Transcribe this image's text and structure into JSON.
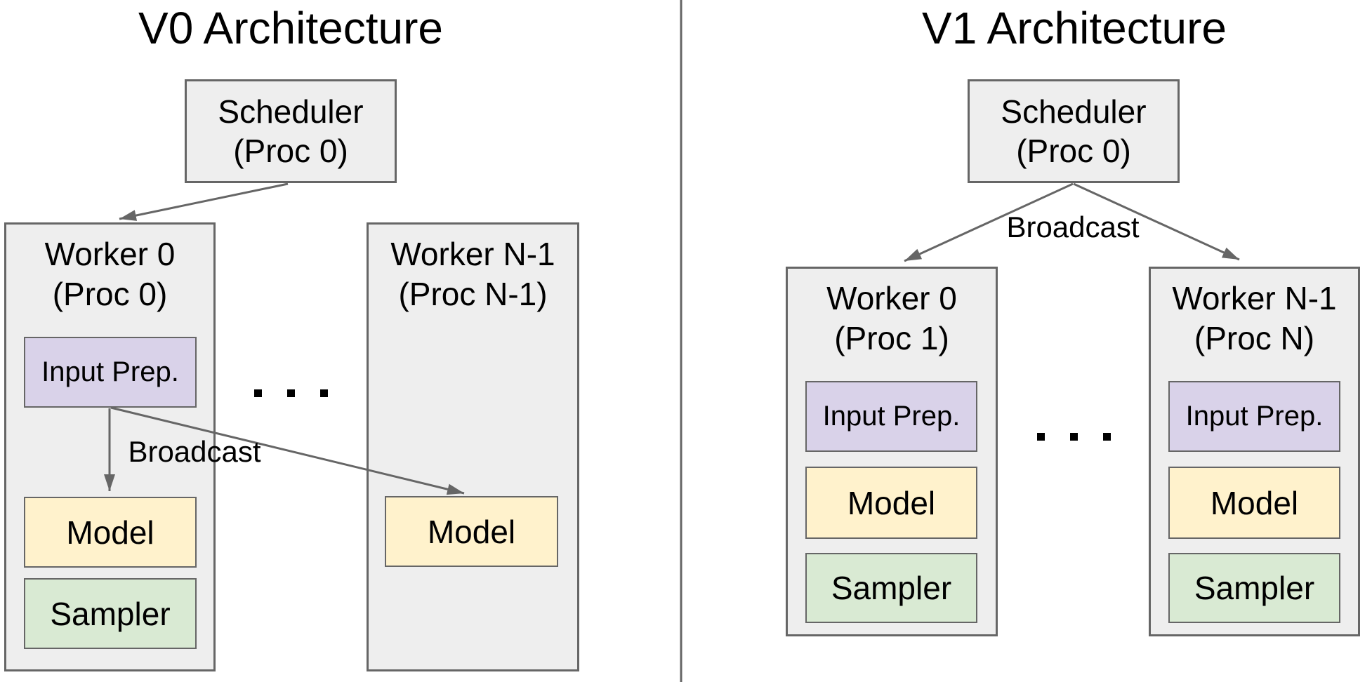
{
  "colors": {
    "background": "#ffffff",
    "box_fill_gray": "#eeeeee",
    "box_border": "#666666",
    "input_prep_fill": "#d9d2e9",
    "model_fill": "#fff2cc",
    "sampler_fill": "#d9ead3",
    "arrow": "#666666",
    "divider": "#666666",
    "text": "#000000"
  },
  "panels": [
    {
      "title": "V0 Architecture",
      "scheduler": {
        "name": "Scheduler",
        "proc": "(Proc 0)"
      },
      "broadcast_label": "Broadcast",
      "ellipsis": ". . .",
      "workers": [
        {
          "name": "Worker 0",
          "proc": "(Proc 0)",
          "components": [
            {
              "label": "Input Prep."
            },
            {
              "label": "Model"
            },
            {
              "label": "Sampler"
            }
          ]
        },
        {
          "name": "Worker N-1",
          "proc": "(Proc N-1)",
          "components": [
            {
              "label": "Model"
            }
          ]
        }
      ]
    },
    {
      "title": "V1 Architecture",
      "scheduler": {
        "name": "Scheduler",
        "proc": "(Proc 0)"
      },
      "broadcast_label": "Broadcast",
      "ellipsis": ". . .",
      "workers": [
        {
          "name": "Worker 0",
          "proc": "(Proc 1)",
          "components": [
            {
              "label": "Input Prep."
            },
            {
              "label": "Model"
            },
            {
              "label": "Sampler"
            }
          ]
        },
        {
          "name": "Worker N-1",
          "proc": "(Proc N)",
          "components": [
            {
              "label": "Input Prep."
            },
            {
              "label": "Model"
            },
            {
              "label": "Sampler"
            }
          ]
        }
      ]
    }
  ]
}
